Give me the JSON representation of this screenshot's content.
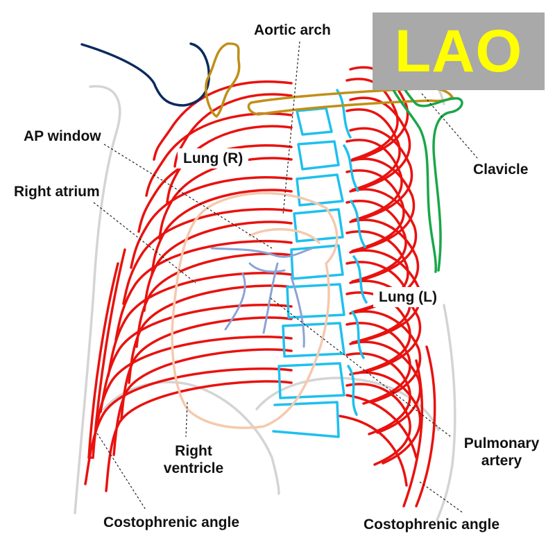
{
  "view": "LAO",
  "labels": {
    "aortic_arch": "Aortic arch",
    "ap_window": "AP window",
    "right_atrium": "Right atrium",
    "lung_r": "Lung (R)",
    "lung_l": "Lung (L)",
    "clavicle": "Clavicle",
    "pulmonary_artery": "Pulmonary artery",
    "right_ventricle": "Right ventricle",
    "costophrenic_left": "Costophrenic angle",
    "costophrenic_right": "Costophrenic angle"
  },
  "colors": {
    "ribs": "#e8120f",
    "spine": "#1ec0ee",
    "heart_outline": "#f5c9ad",
    "pulmonary_vessels": "#8aa3d6",
    "aorta_outline": "#0c2a5e",
    "aortic_arch_vessel": "#c08f17",
    "clavicle": "#1aa64a",
    "soft_tissue": "#d4d4d4",
    "badge_bg": "#a9a9a9",
    "badge_text": "#ffff00"
  }
}
